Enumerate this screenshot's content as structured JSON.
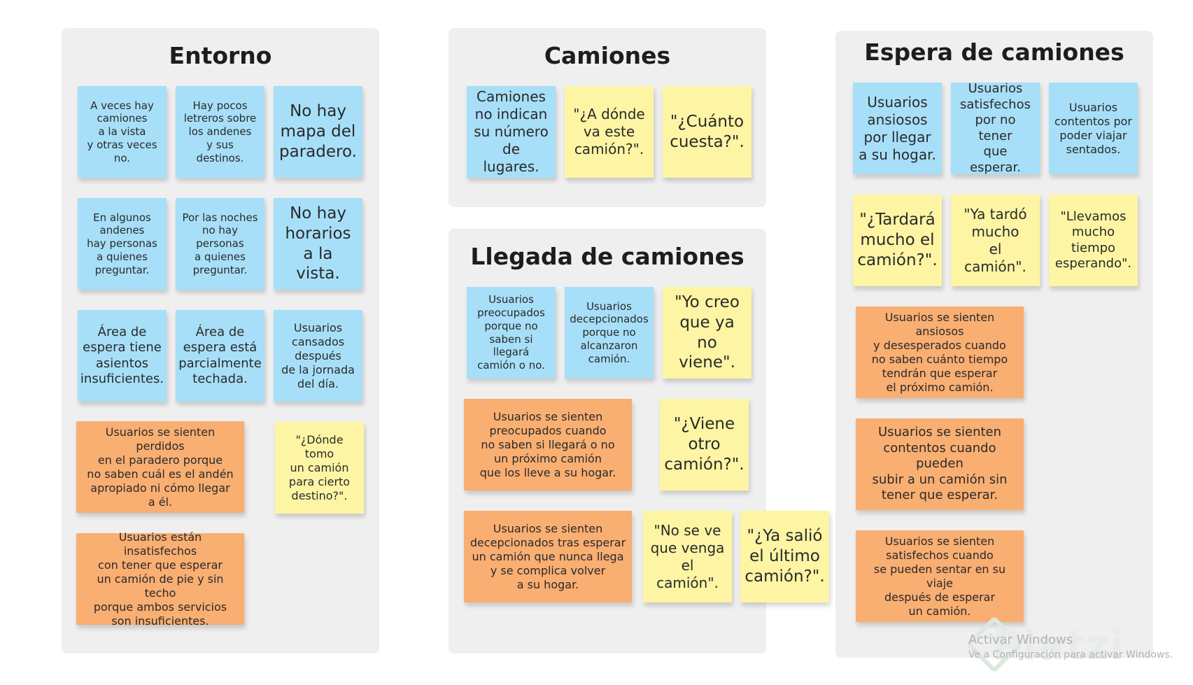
{
  "frames": {
    "entorno": {
      "title": "Entorno",
      "notes": [
        "A veces hay\ncamiones\na la vista\ny otras veces\nno.",
        "Hay pocos\nletreros sobre\nlos andenes\ny sus destinos.",
        "No hay\nmapa del\nparadero.",
        "En algunos\nandenes\nhay personas\na quienes\npreguntar.",
        "Por las noches\nno hay\npersonas\na quienes\npreguntar.",
        "No hay\nhorarios\na la vista.",
        "Área de\nespera tiene\nasientos\ninsuficientes.",
        "Área de\nespera está\nparcialmente\ntechada.",
        "Usuarios\ncansados\ndespués\nde la jornada\ndel día.",
        "Usuarios se sienten perdidos\nen el paradero porque\nno saben cuál es el andén\napropiado ni cómo llegar\na él.",
        "\"¿Dónde tomo\nun camión\npara cierto\ndestino?\".",
        "Usuarios están insatisfechos\ncon tener que esperar\nun camión de pie y sin techo\nporque ambos servicios\nson insuficientes."
      ]
    },
    "camiones": {
      "title": "Camiones",
      "notes": [
        "Camiones\nno indican\nsu número\nde lugares.",
        "\"¿A dónde\nva este\ncamión?\".",
        "\"¿Cuánto\ncuesta?\"."
      ]
    },
    "llegada": {
      "title": "Llegada de camiones",
      "notes": [
        "Usuarios\npreocupados\nporque no\nsaben si llegará\ncamión o no.",
        "Usuarios\ndecepcionados\nporque no\nalcanzaron\ncamión.",
        "\"Yo creo\nque ya no\nviene\".",
        "Usuarios se sienten\npreocupados cuando\nno saben si llegará o no\nun próximo camión\nque los lleve a su hogar.",
        "\"¿Viene\notro\ncamión?\".",
        "Usuarios se sienten\ndecepcionados tras esperar\nun camión que nunca llega\ny se complica volver\na su hogar.",
        "\"No se ve\nque venga\nel camión\".",
        "\"¿Ya salió\nel último\ncamión?\"."
      ]
    },
    "espera": {
      "title": "Espera de camiones",
      "notes": [
        "Usuarios\nansiosos\npor llegar\na su hogar.",
        "Usuarios\nsatisfechos\npor no tener\nque esperar.",
        "Usuarios\ncontentos por\npoder viajar\nsentados.",
        "\"¿Tardará\nmucho el\ncamión?\".",
        "\"Ya tardó\nmucho\nel camión\".",
        "\"Llevamos\nmucho\ntiempo\nesperando\".",
        "Usuarios se sienten ansiosos\ny desesperados cuando\nno saben cuánto tiempo\ntendrán que esperar\nel próximo camión.",
        "Usuarios se sienten\ncontentos cuando pueden\nsubir a un camión sin\ntener que esperar.",
        "Usuarios se sienten\nsatisfechos cuando\nse pueden sentar en su viaje\ndespués de esperar\nun camión."
      ]
    }
  },
  "watermark": {
    "line1": "Activar Windows",
    "line2": "Ve a Configuración para activar Windows.",
    "logo": "Platzi"
  },
  "colors": {
    "blue": "#a7dff8",
    "yellow": "#fdf5a4",
    "orange": "#f9ae72",
    "frame": "#efefef"
  }
}
